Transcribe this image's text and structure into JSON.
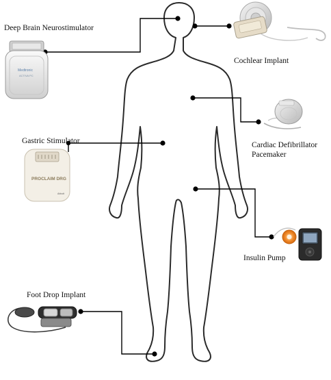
{
  "diagram": {
    "labels": {
      "deep_brain": "Deep Brain Neurostimulator",
      "cochlear": "Cochlear Implant",
      "gastric": "Gastric Stimulator",
      "cardiac_line1": "Cardiac Defibrillator",
      "cardiac_line2": "Pacemaker",
      "insulin": "Insulin Pump",
      "foot_drop": "Foot Drop Implant"
    },
    "device_text": {
      "deep_brain_brand": "Medtronic",
      "deep_brain_model": "ACTIVA PC",
      "gastric_model": "PROCLAIM DRG",
      "gastric_brand": "Abbott"
    },
    "colors": {
      "outline": "#2a2a2a",
      "connector": "#000000",
      "device_metal": "#d9d9d9",
      "insulin_accent": "#f08a2a"
    }
  }
}
